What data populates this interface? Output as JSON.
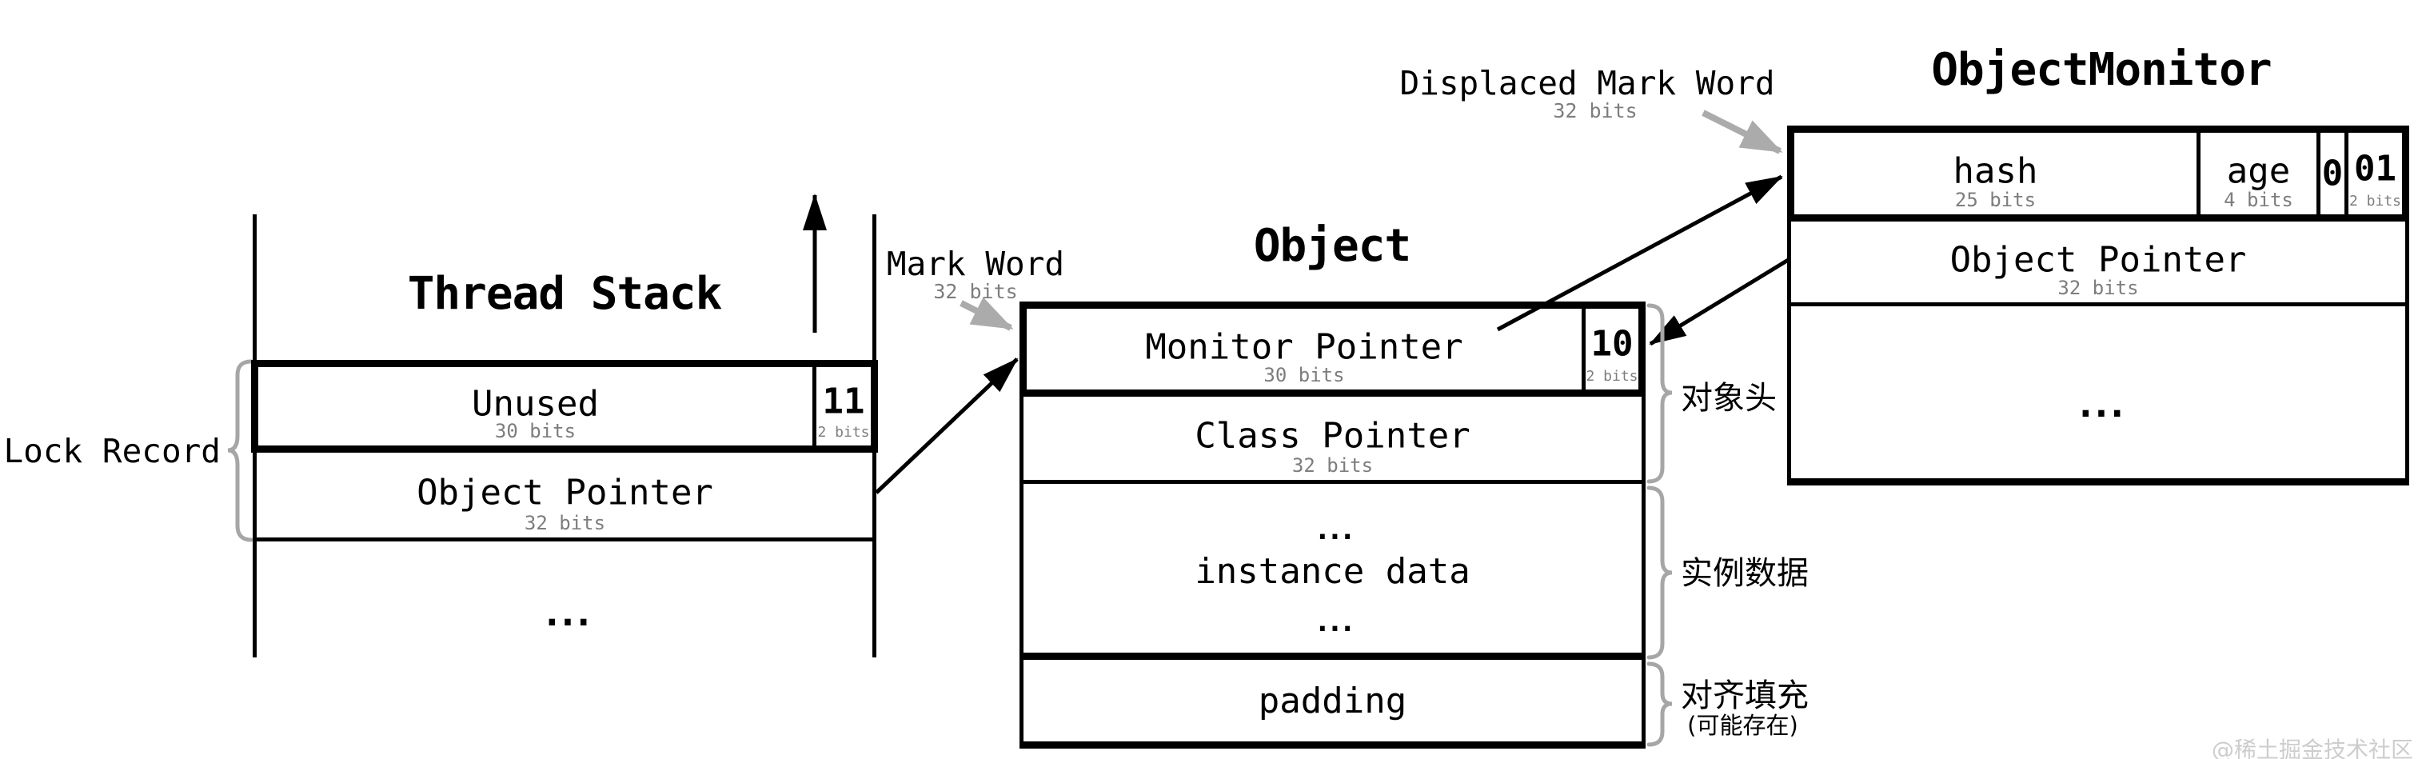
{
  "colors": {
    "line": "#000000",
    "bits_label": "#7d7d7d",
    "annotation_gray": "#a6a6a6",
    "watermark": "#cdcdcd"
  },
  "watermark": "@稀土掘金技术社区",
  "thread_stack": {
    "title": "Thread Stack",
    "lock_record_label": "Lock Record",
    "unused_row": {
      "label": "Unused",
      "bits": "30 bits",
      "flag": "11",
      "flag_bits": "2 bits"
    },
    "object_pointer_row": {
      "label": "Object Pointer",
      "bits": "32 bits"
    },
    "ellipsis": "..."
  },
  "object": {
    "title": "Object",
    "mark_word": {
      "label": "Mark Word",
      "bits": "32 bits"
    },
    "monitor_pointer_row": {
      "label": "Monitor Pointer",
      "bits": "30 bits",
      "flag": "10",
      "flag_bits": "2 bits"
    },
    "class_pointer_row": {
      "label": "Class Pointer",
      "bits": "32 bits"
    },
    "instance_data_row": {
      "ellipsis_top": "...",
      "label": "instance data",
      "ellipsis_bottom": "..."
    },
    "padding_row": {
      "label": "padding"
    },
    "annotations": {
      "object_header": "对象头",
      "instance_data": "实例数据",
      "alignment_padding": "对齐填充",
      "may_exist": "(可能存在)"
    }
  },
  "object_monitor": {
    "title": "ObjectMonitor",
    "displaced_mark_word": {
      "label": "Displaced Mark Word",
      "bits": "32 bits"
    },
    "header_row": {
      "hash": {
        "label": "hash",
        "bits": "25 bits"
      },
      "age": {
        "label": "age",
        "bits": "4 bits"
      },
      "zero": {
        "label": "0"
      },
      "lock_flag": {
        "label": "01",
        "bits": "2 bits"
      }
    },
    "object_pointer_row": {
      "label": "Object Pointer",
      "bits": "32 bits"
    },
    "ellipsis": "..."
  }
}
